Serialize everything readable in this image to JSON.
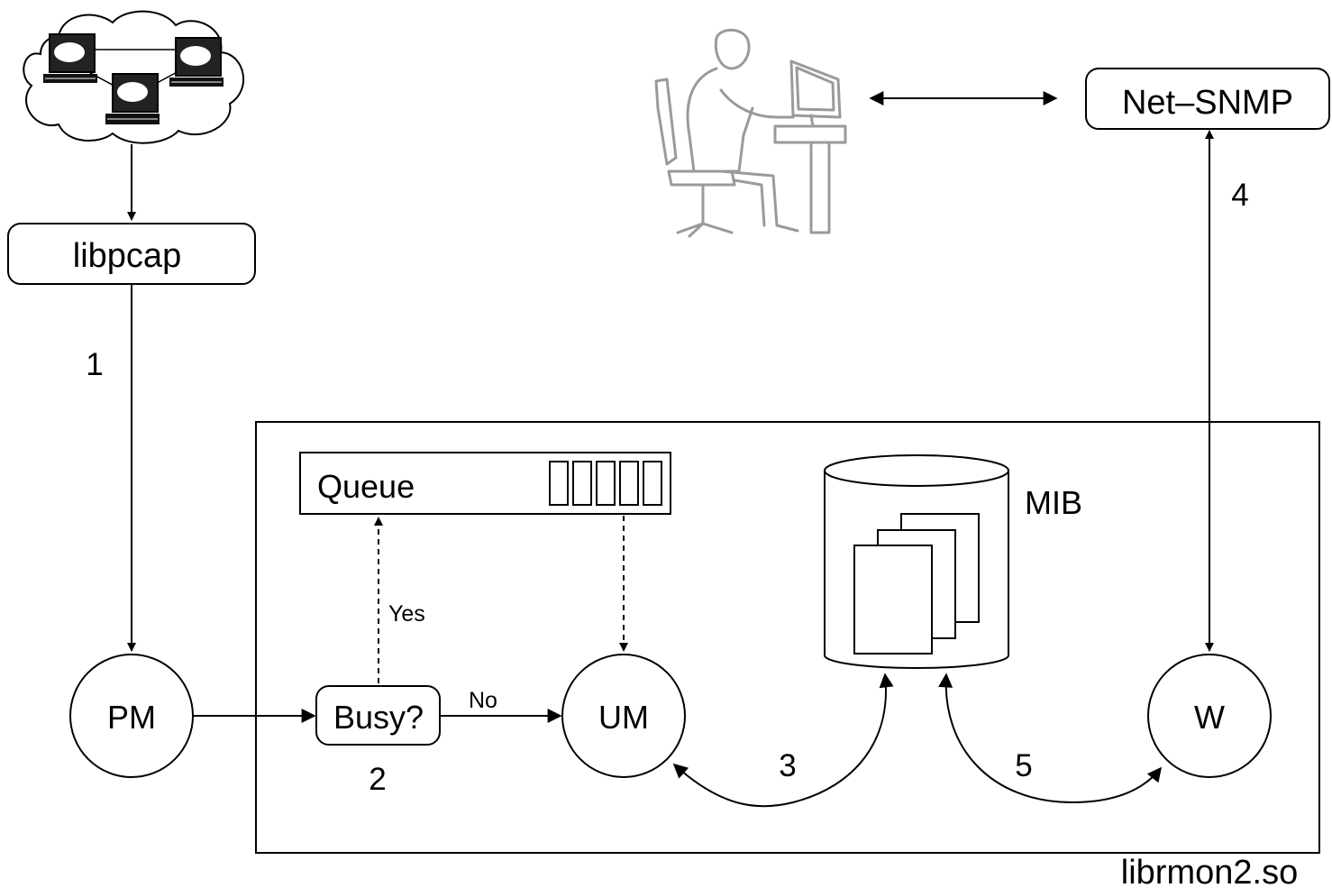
{
  "nodes": {
    "libpcap": "libpcap",
    "net_snmp": "Net–SNMP",
    "queue": "Queue",
    "mib": "MIB",
    "pm": "PM",
    "busy": "Busy?",
    "um": "UM",
    "w": "W"
  },
  "edge_labels": {
    "yes": "Yes",
    "no": "No"
  },
  "steps": {
    "s1": "1",
    "s2": "2",
    "s3": "3",
    "s4": "4",
    "s5": "5"
  },
  "library_label": "librmon2.so",
  "icons": {
    "network": "network-cloud-icon",
    "operator": "operator-at-workstation-icon"
  }
}
